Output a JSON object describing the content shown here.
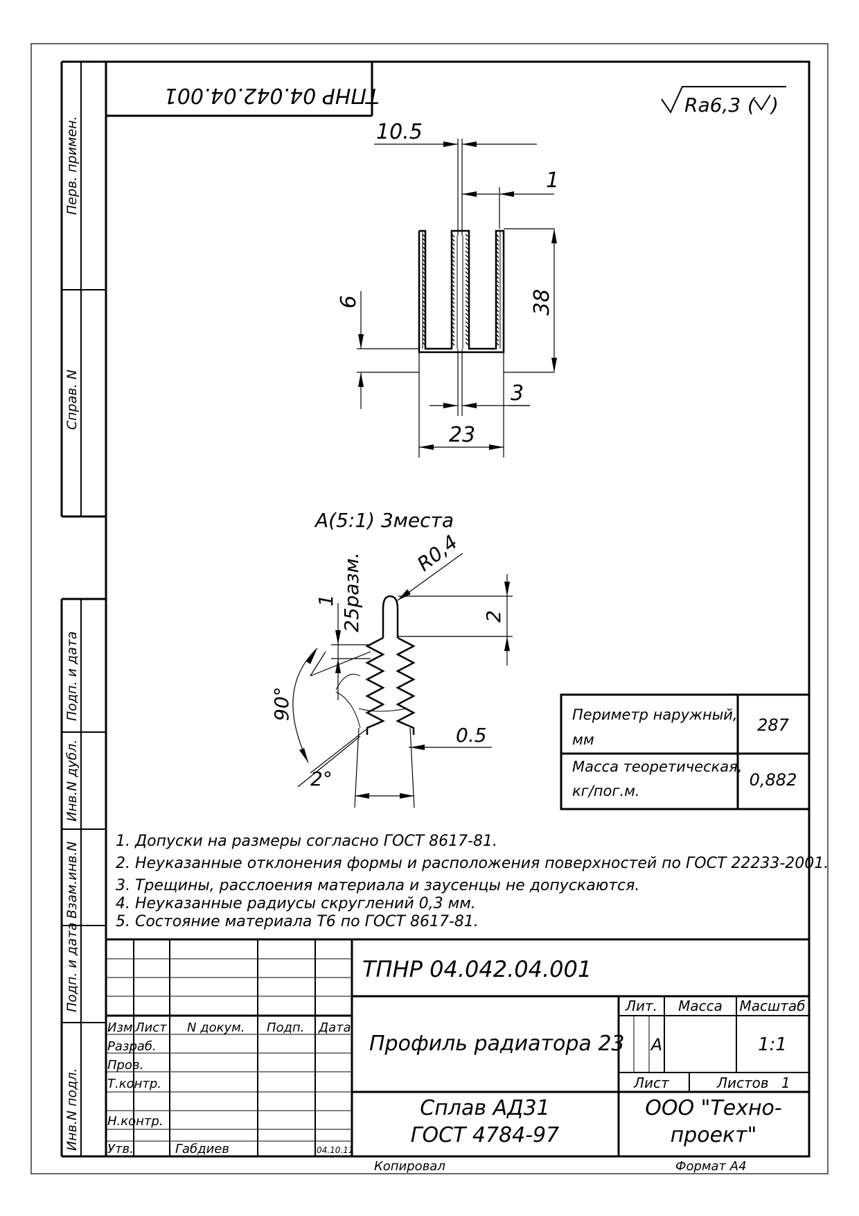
{
  "top_stamp": "ТПНР 04.042.04.001",
  "roughness": "Ra6,3",
  "side_labels": {
    "perv_primen": "Перв. примен.",
    "sprav_n": "Справ. N",
    "podp_data_1": "Подп. и дата",
    "inv_dubl": "Инв.N дубл.",
    "vzam_inv": "Взам.инв.N",
    "podp_data_2": "Подп. и дата",
    "inv_podl": "Инв.N подл."
  },
  "main_view": {
    "dims": {
      "d_10_5": "10.5",
      "d_1": "1",
      "d_6": "6",
      "d_38": "38",
      "d_3": "3",
      "d_23": "23"
    }
  },
  "detail_view": {
    "title": "А(5:1)  3места",
    "dims": {
      "r04": "R0,4",
      "pitch": "1",
      "count": "25разм.",
      "d_2": "2",
      "angle_90": "90°",
      "d_05": "0.5",
      "angle_2": "2°"
    }
  },
  "info_table": {
    "rows": [
      {
        "label_1": "Периметр наружный,",
        "label_2": "мм",
        "value": "287"
      },
      {
        "label_1": "Масса теоретическая,",
        "label_2": "кг/пог.м.",
        "value": "0,882"
      }
    ]
  },
  "notes": [
    "1. Допуски на размеры согласно ГОСТ 8617-81.",
    "2. Неуказанные отклонения формы и расположения поверхностей по ГОСТ 22233-2001.",
    "3. Трещины, расслоения материала и заусенцы не допускаются.",
    "4. Неуказанные радиусы скруглений 0,3 мм.",
    "5. Состояние материала Т6 по ГОСТ 8617-81."
  ],
  "title_block": {
    "designation": "ТПНР 04.042.04.001",
    "name": "Профиль радиатора 23",
    "material_1": "Сплав АД31",
    "material_2": "ГОСТ 4784-97",
    "company_1": "ООО \"Техно-",
    "company_2": "проект\"",
    "lit_header": "Лит.",
    "mass_header": "Масса",
    "scale_header": "Масштаб",
    "lit_value": "А",
    "scale_value": "1:1",
    "sheet_label": "Лист",
    "sheets_label": "Листов",
    "sheets_value": "1",
    "col_izm": "Изм",
    "col_list": "Лист",
    "col_ndok": "N докум.",
    "col_podp": "Подп.",
    "col_data": "Дата",
    "row_razrab": "Разраб.",
    "row_prov": "Пров.",
    "row_tkontr": "Т.контр.",
    "row_nkontr": "Н.контр.",
    "row_utv": "Утв.",
    "utv_name": "Габдиев",
    "utv_date": "04.10.11",
    "copied": "Копировал",
    "format": "Формат А4"
  }
}
